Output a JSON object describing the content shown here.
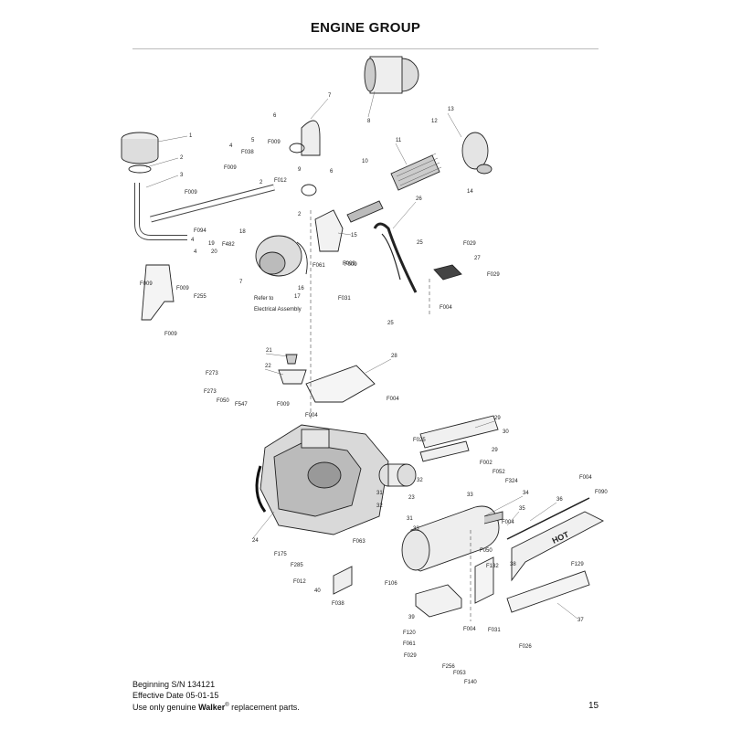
{
  "title": "ENGINE GROUP",
  "page_number": "15",
  "footer": {
    "line1": "Beginning S/N 134121",
    "line2": "Effective Date 05-01-15",
    "line3_pre": "Use only genuine ",
    "line3_brand": "Walker",
    "line3_reg": "®",
    "line3_post": " replacement parts."
  },
  "notes": {
    "refer_line1": "Refer to",
    "refer_line2": "Electrical Assembly"
  },
  "labels": [
    {
      "id": "l1",
      "text": "1"
    },
    {
      "id": "l2a",
      "text": "2"
    },
    {
      "id": "l3",
      "text": "3"
    },
    {
      "id": "lF009a",
      "text": "F009"
    },
    {
      "id": "l4a",
      "text": "4"
    },
    {
      "id": "lF038a",
      "text": "F038"
    },
    {
      "id": "l5",
      "text": "5"
    },
    {
      "id": "lF009b",
      "text": "F009"
    },
    {
      "id": "l6a",
      "text": "6"
    },
    {
      "id": "l7a",
      "text": "7"
    },
    {
      "id": "l8",
      "text": "8"
    },
    {
      "id": "l9",
      "text": "9"
    },
    {
      "id": "lF012",
      "text": "F012"
    },
    {
      "id": "lF009c",
      "text": "F009"
    },
    {
      "id": "l2b",
      "text": "2"
    },
    {
      "id": "l2c",
      "text": "2"
    },
    {
      "id": "l6b",
      "text": "6"
    },
    {
      "id": "l10",
      "text": "10"
    },
    {
      "id": "l11",
      "text": "11"
    },
    {
      "id": "l12",
      "text": "12"
    },
    {
      "id": "l13",
      "text": "13"
    },
    {
      "id": "l14",
      "text": "14"
    },
    {
      "id": "l26",
      "text": "26"
    },
    {
      "id": "lF094",
      "text": "F094"
    },
    {
      "id": "l4b",
      "text": "4"
    },
    {
      "id": "l4c",
      "text": "4"
    },
    {
      "id": "l18",
      "text": "18"
    },
    {
      "id": "l19",
      "text": "19"
    },
    {
      "id": "lF482",
      "text": "F482"
    },
    {
      "id": "l20",
      "text": "20"
    },
    {
      "id": "l15",
      "text": "15"
    },
    {
      "id": "lF009d",
      "text": "F009"
    },
    {
      "id": "l25a",
      "text": "25"
    },
    {
      "id": "lF029a",
      "text": "F029"
    },
    {
      "id": "l27",
      "text": "27"
    },
    {
      "id": "lF029b",
      "text": "F029"
    },
    {
      "id": "lF061a",
      "text": "F061"
    },
    {
      "id": "lF009e",
      "text": "F009"
    },
    {
      "id": "lF009f",
      "text": "F009"
    },
    {
      "id": "lF009g",
      "text": "F009"
    },
    {
      "id": "l7b",
      "text": "7"
    },
    {
      "id": "l16",
      "text": "16"
    },
    {
      "id": "l17",
      "text": "17"
    },
    {
      "id": "lF255",
      "text": "F255"
    },
    {
      "id": "lF031a",
      "text": "F031"
    },
    {
      "id": "lF004a",
      "text": "F004"
    },
    {
      "id": "l25b",
      "text": "25"
    },
    {
      "id": "lF009h",
      "text": "F009"
    },
    {
      "id": "l21",
      "text": "21"
    },
    {
      "id": "l22",
      "text": "22"
    },
    {
      "id": "lF273a",
      "text": "F273"
    },
    {
      "id": "lF273b",
      "text": "F273"
    },
    {
      "id": "lF050a",
      "text": "F050"
    },
    {
      "id": "lF547",
      "text": "F547"
    },
    {
      "id": "lF009i",
      "text": "F009"
    },
    {
      "id": "l28",
      "text": "28"
    },
    {
      "id": "lF004b",
      "text": "F004"
    },
    {
      "id": "lF004c",
      "text": "F004"
    },
    {
      "id": "l29a",
      "text": "29"
    },
    {
      "id": "l30",
      "text": "30"
    },
    {
      "id": "lF025",
      "text": "F025"
    },
    {
      "id": "l29b",
      "text": "29"
    },
    {
      "id": "lF002",
      "text": "F002"
    },
    {
      "id": "lF052",
      "text": "F052"
    },
    {
      "id": "lF324",
      "text": "F324"
    },
    {
      "id": "l32a",
      "text": "32"
    },
    {
      "id": "l31a",
      "text": "31"
    },
    {
      "id": "l23",
      "text": "23"
    },
    {
      "id": "l33a",
      "text": "33"
    },
    {
      "id": "l34",
      "text": "34"
    },
    {
      "id": "lF004d",
      "text": "F004"
    },
    {
      "id": "lF090",
      "text": "F090"
    },
    {
      "id": "l36",
      "text": "36"
    },
    {
      "id": "l35",
      "text": "35"
    },
    {
      "id": "l32b",
      "text": "32"
    },
    {
      "id": "l31b",
      "text": "31"
    },
    {
      "id": "l33b",
      "text": "33"
    },
    {
      "id": "lF004e",
      "text": "F004"
    },
    {
      "id": "l24",
      "text": "24"
    },
    {
      "id": "lF063",
      "text": "F063"
    },
    {
      "id": "lF175",
      "text": "F175"
    },
    {
      "id": "lF285",
      "text": "F285"
    },
    {
      "id": "lF012b",
      "text": "F012"
    },
    {
      "id": "lF050b",
      "text": "F050"
    },
    {
      "id": "lF132",
      "text": "F132"
    },
    {
      "id": "l38",
      "text": "38"
    },
    {
      "id": "lF129",
      "text": "F129"
    },
    {
      "id": "l40",
      "text": "40"
    },
    {
      "id": "lF106",
      "text": "F106"
    },
    {
      "id": "lF038b",
      "text": "F038"
    },
    {
      "id": "l39",
      "text": "39"
    },
    {
      "id": "lF004f",
      "text": "F004"
    },
    {
      "id": "lF031b",
      "text": "F031"
    },
    {
      "id": "l37",
      "text": "37"
    },
    {
      "id": "lF120",
      "text": "F120"
    },
    {
      "id": "lF061b",
      "text": "F061"
    },
    {
      "id": "lF029c",
      "text": "F029"
    },
    {
      "id": "lF026",
      "text": "F026"
    },
    {
      "id": "lF256",
      "text": "F256"
    },
    {
      "id": "lF053",
      "text": "F053"
    },
    {
      "id": "lF140",
      "text": "F140"
    }
  ],
  "stamp_text": "HOT"
}
